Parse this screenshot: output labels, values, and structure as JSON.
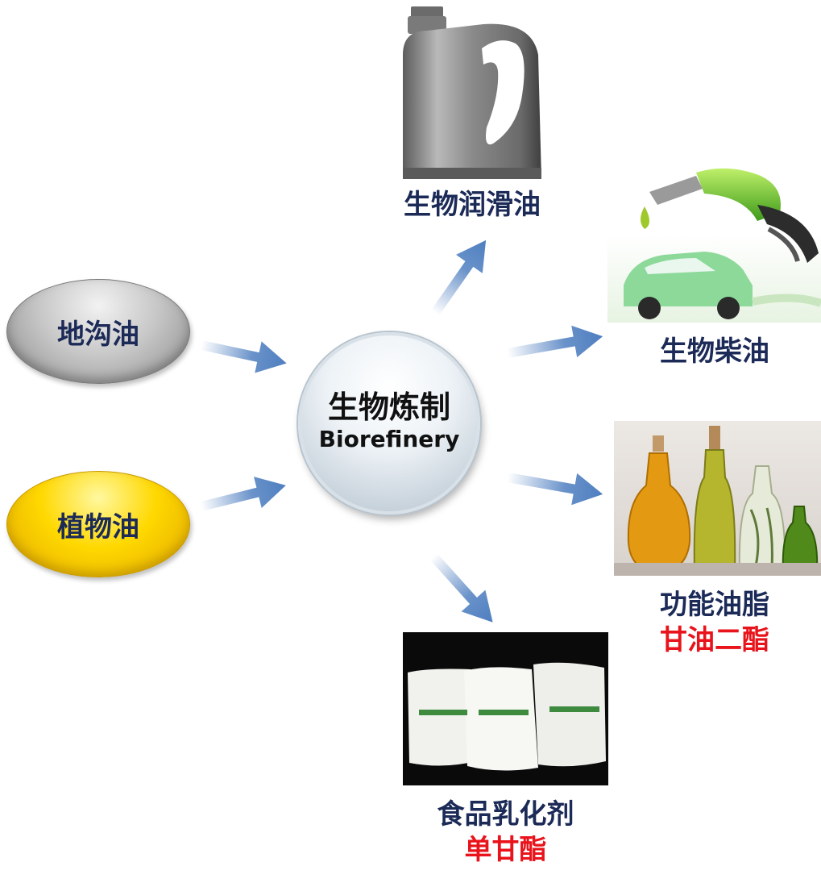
{
  "center": {
    "title": "生物炼制",
    "subtitle": "Biorefinery"
  },
  "inputs": [
    {
      "label": "地沟油",
      "color": "#b0b0b0"
    },
    {
      "label": "植物油",
      "color": "#ffd800"
    }
  ],
  "outputs": {
    "lubricant": {
      "label": "生物润滑油",
      "icon": "oil-canister-image"
    },
    "biodiesel": {
      "label": "生物柴油",
      "icon": "fuel-nozzle-car-image"
    },
    "functional_oil": {
      "label": "功能油脂",
      "highlight": "甘油二酯",
      "icon": "oil-bottles-image"
    },
    "emulsifier": {
      "label": "食品乳化剂",
      "highlight": "单甘酯",
      "icon": "powder-bags-image"
    }
  },
  "colors": {
    "label": "#1b2a57",
    "highlight": "#e8131b",
    "arrow": "#4f7fc0"
  }
}
